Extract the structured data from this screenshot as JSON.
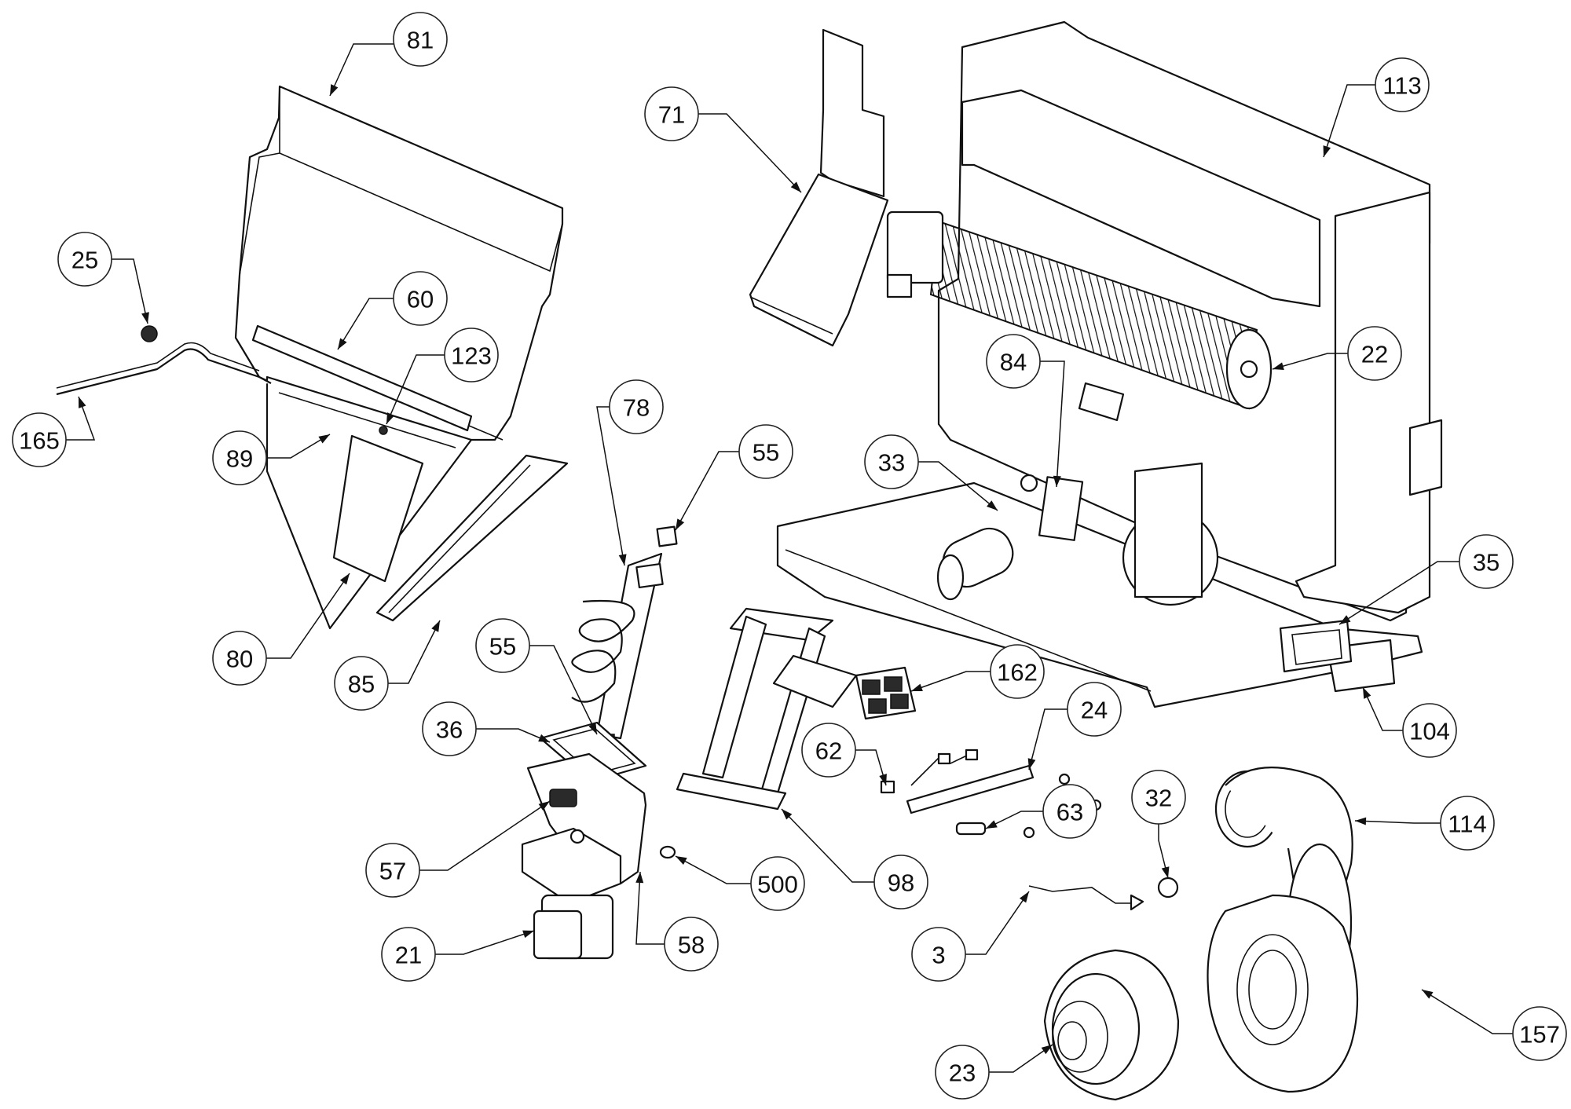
{
  "callouts": [
    {
      "id": "c81",
      "label": "81"
    },
    {
      "id": "c25",
      "label": "25"
    },
    {
      "id": "c60",
      "label": "60"
    },
    {
      "id": "c123",
      "label": "123"
    },
    {
      "id": "c165",
      "label": "165"
    },
    {
      "id": "c89",
      "label": "89"
    },
    {
      "id": "c80",
      "label": "80"
    },
    {
      "id": "c85",
      "label": "85"
    },
    {
      "id": "c78",
      "label": "78"
    },
    {
      "id": "c55a",
      "label": "55"
    },
    {
      "id": "c55b",
      "label": "55"
    },
    {
      "id": "c36",
      "label": "36"
    },
    {
      "id": "c57",
      "label": "57"
    },
    {
      "id": "c500",
      "label": "500"
    },
    {
      "id": "c21",
      "label": "21"
    },
    {
      "id": "c58",
      "label": "58"
    },
    {
      "id": "c71",
      "label": "71"
    },
    {
      "id": "c113",
      "label": "113"
    },
    {
      "id": "c22",
      "label": "22"
    },
    {
      "id": "c84",
      "label": "84"
    },
    {
      "id": "c33",
      "label": "33"
    },
    {
      "id": "c35",
      "label": "35"
    },
    {
      "id": "c162",
      "label": "162"
    },
    {
      "id": "c104",
      "label": "104"
    },
    {
      "id": "c24",
      "label": "24"
    },
    {
      "id": "c62",
      "label": "62"
    },
    {
      "id": "c63",
      "label": "63"
    },
    {
      "id": "c98",
      "label": "98"
    },
    {
      "id": "c32",
      "label": "32"
    },
    {
      "id": "c114",
      "label": "114"
    },
    {
      "id": "c3",
      "label": "3"
    },
    {
      "id": "c157",
      "label": "157"
    },
    {
      "id": "c23",
      "label": "23"
    }
  ]
}
